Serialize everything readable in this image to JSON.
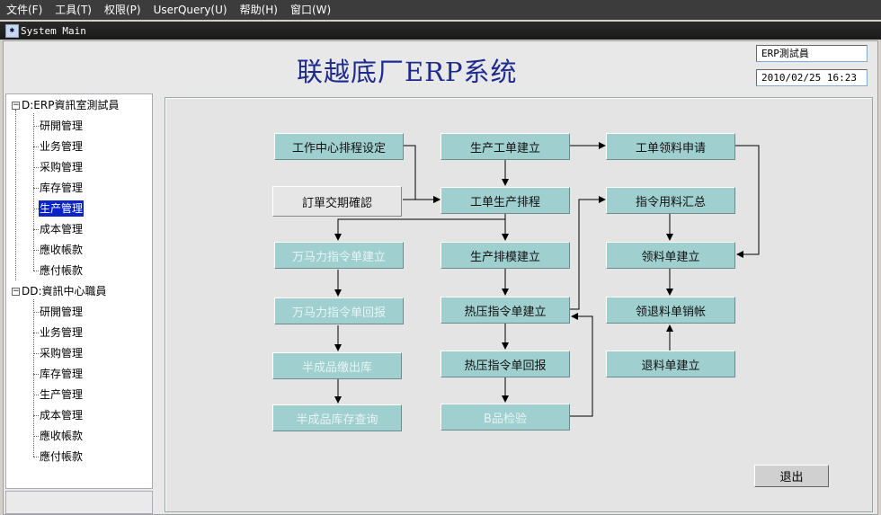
{
  "menu": [
    "文件(F)",
    "工具(T)",
    "权限(P)",
    "UserQuery(U)",
    "帮助(H)",
    "窗口(W)"
  ],
  "window": {
    "title": "System Main"
  },
  "header": {
    "app_title": "联越底厂ERP系统",
    "user": "ERP測試員",
    "datetime": "2010/02/25 16:23"
  },
  "tree": {
    "group1": {
      "label": "D:ERP資訊室測試員",
      "items": [
        "研開管理",
        "业务管理",
        "采购管理",
        "库存管理",
        "生产管理",
        "成本管理",
        "應收帳款",
        "應付帳款"
      ],
      "selected_index": 4
    },
    "group2": {
      "label": "DD:資訊中心職員",
      "items": [
        "研開管理",
        "业务管理",
        "采购管理",
        "库存管理",
        "生产管理",
        "成本管理",
        "應收帳款",
        "應付帳款"
      ]
    }
  },
  "flow": {
    "work_center_schedule": "工作中心排程设定",
    "order_delivery_confirm": "訂單交期確認",
    "create_work_order": "生产工单建立",
    "work_order_schedule": "工单生产排程",
    "work_order_material_request": "工单领料申请",
    "instruction_material_summary": "指令用料汇总",
    "wml_instruction_create": "万马力指令单建立",
    "wml_instruction_report": "万马力指令单回报",
    "semi_finished_out": "半成品缴出库",
    "semi_finished_inventory": "半成品库存查询",
    "production_mold_create": "生产排模建立",
    "hot_press_create": "热压指令单建立",
    "hot_press_report": "热压指令单回报",
    "b_grade_inspection": "B品检验",
    "material_requisition_create": "领料单建立",
    "requisition_return_writeoff": "领退料单销帐",
    "material_return_create": "退料单建立"
  },
  "exit_label": "退出"
}
